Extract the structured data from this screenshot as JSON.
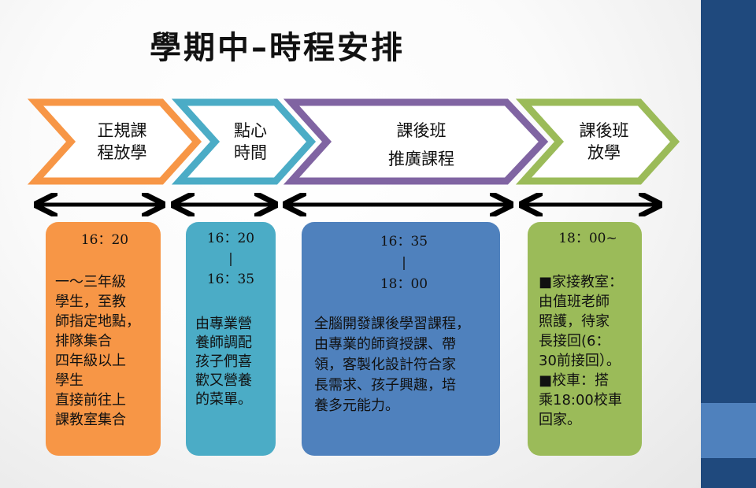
{
  "title": "學期中–時程安排",
  "colors": {
    "orange": "#f79646",
    "teal": "#4bacc6",
    "purple": "#8064a2",
    "blue": "#4f81bd",
    "green": "#9bbb59",
    "side_dark": "#1f497d"
  },
  "stages": [
    {
      "label_lines": [
        "正規課",
        "程放學"
      ]
    },
    {
      "label_lines": [
        "點心",
        "時間"
      ]
    },
    {
      "label_lines": [
        "課後班",
        "推廣課程"
      ]
    },
    {
      "label_lines": [
        "課後班",
        "放學"
      ]
    }
  ],
  "boxes": [
    {
      "time_lines": [
        "16：20"
      ],
      "body_lines": [
        "一～三年級",
        "學生，至教",
        "師指定地點，",
        "排隊集合",
        "四年級以上",
        "學生",
        "直接前往上",
        "課教室集合"
      ]
    },
    {
      "time_lines": [
        "16：20",
        "|",
        "16：35"
      ],
      "body_lines": [
        "由專業營",
        "養師調配",
        "孩子們喜",
        "歡又營養",
        "的菜單。"
      ]
    },
    {
      "time_lines": [
        "16：35",
        "|",
        "18：00"
      ],
      "body_lines": [
        "全腦開發課後學習課程，",
        "由專業的師資授課、帶",
        "領，客製化設計符合家",
        "長需求、孩子興趣，培",
        "養多元能力。"
      ]
    },
    {
      "time_lines": [
        "18：00~"
      ],
      "body_lines": [
        "■家接教室：",
        "由值班老師",
        "照護，待家",
        "長接回(6：",
        "30前接回）。",
        "■校車：搭",
        "乘18:00校車",
        "回家。"
      ]
    }
  ]
}
